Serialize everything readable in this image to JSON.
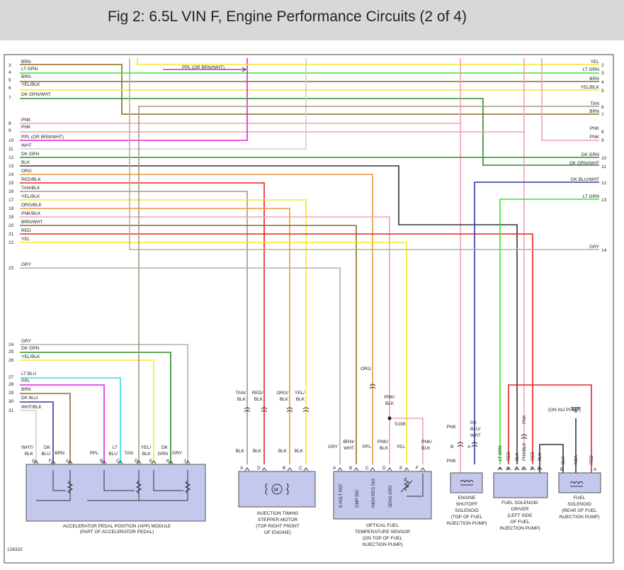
{
  "title": "Fig 2: 6.5L VIN F, Engine Performance Circuits (2 of 4)",
  "figure_number": "128332",
  "colors": {
    "BRN": "#8a6d1c",
    "LT GRN": "#2ee82e",
    "YEL": "#f2ea2a",
    "DK GRN": "#2a8c2a",
    "PNK": "#f2a0b4",
    "PPL": "#e020e0",
    "WHT": "#cfcfcf",
    "BLK": "#333333",
    "ORG": "#e89a3a",
    "RED": "#e82020",
    "TAN": "#a89878",
    "GRY": "#b0b0b0",
    "LT BLU": "#30e0e8",
    "DK BLU": "#2a3aa0",
    "MODULE": "#c4c8ec"
  },
  "left_wires": [
    {
      "num": "3",
      "label": "BRN",
      "color": "BRN"
    },
    {
      "num": "4",
      "label": "LT GRN",
      "color": "LT GRN"
    },
    {
      "num": "5",
      "label": "BRN",
      "color": "BRN"
    },
    {
      "num": "6",
      "label": "YEL/BLK",
      "color": "YEL"
    },
    {
      "num": "7",
      "label": "DK GRN/WHT",
      "color": "DK GRN"
    },
    {
      "num": "8",
      "label": "PNK",
      "color": "PNK"
    },
    {
      "num": "9",
      "label": "PNK",
      "color": "PNK"
    },
    {
      "num": "10",
      "label": "PPL (OR BRN/WHT)",
      "color": "PPL"
    },
    {
      "num": "11",
      "label": "WHT",
      "color": "WHT"
    },
    {
      "num": "12",
      "label": "DK GRN",
      "color": "DK GRN"
    },
    {
      "num": "13",
      "label": "BLK",
      "color": "BLK"
    },
    {
      "num": "14",
      "label": "ORG",
      "color": "ORG"
    },
    {
      "num": "15",
      "label": "RED/BLK",
      "color": "RED"
    },
    {
      "num": "16",
      "label": "TAN/BLK",
      "color": "TAN"
    },
    {
      "num": "17",
      "label": "YEL/BLK",
      "color": "YEL"
    },
    {
      "num": "18",
      "label": "ORG/BLK",
      "color": "ORG"
    },
    {
      "num": "19",
      "label": "PNK/BLK",
      "color": "PNK"
    },
    {
      "num": "20",
      "label": "BRN/WHT",
      "color": "BRN"
    },
    {
      "num": "21",
      "label": "RED",
      "color": "RED"
    },
    {
      "num": "22",
      "label": "YEL",
      "color": "YEL"
    },
    {
      "num": "23",
      "label": "GRY",
      "color": "GRY"
    },
    {
      "num": "24",
      "label": "GRY",
      "color": "GRY"
    },
    {
      "num": "25",
      "label": "DK GRN",
      "color": "DK GRN"
    },
    {
      "num": "26",
      "label": "YEL/BLK",
      "color": "YEL"
    },
    {
      "num": "27",
      "label": "LT BLU",
      "color": "LT BLU"
    },
    {
      "num": "28",
      "label": "PPL",
      "color": "PPL"
    },
    {
      "num": "29",
      "label": "BRN",
      "color": "BRN"
    },
    {
      "num": "30",
      "label": "DK BLU",
      "color": "DK BLU"
    },
    {
      "num": "31",
      "label": "WHT/BLK",
      "color": "WHT"
    }
  ],
  "right_wires": [
    {
      "num": "2",
      "label": "YEL"
    },
    {
      "num": "3",
      "label": "LT GRN"
    },
    {
      "num": "4",
      "label": "BRN"
    },
    {
      "num": "5",
      "label": "YEL/BLK"
    },
    {
      "num": "6",
      "label": "TAN"
    },
    {
      "num": "7",
      "label": "BRN"
    },
    {
      "num": "8",
      "label": "PNK"
    },
    {
      "num": "9",
      "label": "PNK"
    },
    {
      "num": "10",
      "label": "DK GRN"
    },
    {
      "num": "11",
      "label": "DK GRN/WHT"
    },
    {
      "num": "12",
      "label": "DK BLU/WHT"
    },
    {
      "num": "13",
      "label": "LT GRN"
    },
    {
      "num": "14",
      "label": "GRY"
    }
  ],
  "annotations": {
    "ppl_or_brn_wht": "PPL (OR BRN/WHT)",
    "org": "ORG",
    "s198": "S198",
    "on_inj_pump": "(ON INJ PUMP)"
  },
  "app_module": {
    "pins": [
      "G",
      "F",
      "A",
      "B",
      "C",
      "D",
      "E",
      "K",
      "J"
    ],
    "wire_labels": [
      "WHT/BLK",
      "DK BLU",
      "BRN",
      "PPL",
      "LT BLU",
      "TAN",
      "YEL/BLK",
      "DK GRN",
      "GRY"
    ],
    "caption": [
      "ACCELERATOR PEDAL POSITION (APP) MODULE",
      "(PART OF ACCELERATOR PEDAL)"
    ]
  },
  "stepper_motor": {
    "top_labels": [
      "TAN/BLK",
      "RED/BLK",
      "ORG/BLK",
      "YEL/BLK"
    ],
    "wire_labels": [
      "BLK",
      "BLK",
      "BLK",
      "BLK"
    ],
    "pins": [
      "A",
      "D",
      "B",
      "C"
    ],
    "motor_symbol": "M",
    "caption": [
      "INJECTION TIMING",
      "STEPPER MOTOR",
      "(TOP RIGHT FRONT",
      "OF ENGINE)"
    ]
  },
  "optical_sensor": {
    "wire_labels": [
      "GRY",
      "BRN/WHT",
      "PPL",
      "PNK/BLK",
      "YEL",
      "PNK/BLK"
    ],
    "upper_label": "PNK/BLK",
    "pins": [
      "A",
      "B",
      "C",
      "D",
      "E",
      "F"
    ],
    "signals": [
      "5 VOLT REF",
      "CMP SIG",
      "HIGH RES SIG",
      "SENS GRD"
    ],
    "caption": [
      "OPTICAL FUEL",
      "TEMPERATURE SENSOR",
      "(ON TOP OF FUEL",
      "INJECTION PUMP)"
    ]
  },
  "shutoff_solenoid": {
    "wire_labels": [
      "PNK",
      "DK BLU/WHT",
      "PNK"
    ],
    "pins": [
      "B",
      "A"
    ],
    "caption": [
      "ENGINE",
      "SHUTOFF",
      "SOLENOID",
      "(TOP OF FUEL",
      "INJECTION PUMP)"
    ]
  },
  "solenoid_driver": {
    "wire_labels": [
      "LT GRN",
      "RED",
      "BLK",
      "PNK/BLK",
      "RED",
      "BLK"
    ],
    "upper_label": "PNK",
    "pins": [
      "A",
      "B",
      "C",
      "D",
      "E",
      "F"
    ],
    "caption": [
      "FUEL SOLENOID",
      "DRIVER",
      "(LEFT SIDE",
      "OF FUEL",
      "INJECTION PUMP)"
    ]
  },
  "fuel_solenoid": {
    "wire_labels": [
      "BLK",
      "NCA",
      "RED"
    ],
    "pins": [
      "B",
      "A"
    ],
    "caption": [
      "FUEL",
      "SOLENOID",
      "(REAR OF FUEL",
      "INJECTION PUMP)"
    ]
  }
}
